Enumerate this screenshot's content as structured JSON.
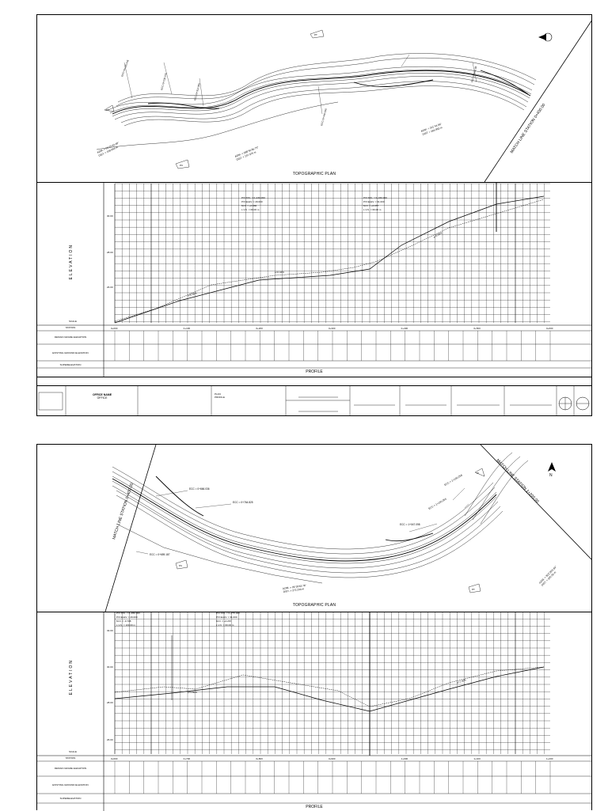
{
  "sheet1": {
    "plan_title": "TOPOGRAPHIC PLAN",
    "profile_title": "PROFILE",
    "elevation_label": "ELEVATION",
    "match_line": "MATCH LINE STATION 0+400.00",
    "plan_annotations": {
      "pt_start": "PT",
      "pt_end": "PT",
      "pc_label": "PC",
      "azim_1": "AZIM. = 51°20'42.49\"",
      "dist_1": "DIST. = 108.994 m",
      "azim_2": "AZIM. = 288°56'36.75\"",
      "dist_2": "DIST. = 157.375 m",
      "azim_3": "AZIM. = 311°44.96\"",
      "dist_3": "DIST. = 266.953 m",
      "ecc_1": "ECC=0+185.445",
      "ecc_2": "ECC=0+230.070",
      "ecc_3": "ECC=0+310.060",
      "ecc_4": "ECC=0+440.540",
      "ecc_5": "ECC=0+512.85"
    },
    "pvi_1": [
      "PVI STA. = 0+160.000",
      "PVI ELEV. = 29.000",
      "M.O. = +0.082",
      "L.V.C. = 60.00 m"
    ],
    "pvi_2": [
      "PVI STA. = 0+340.000",
      "PVI ELEV. = 31.000",
      "M.O. = +0.057",
      "L.V.C. = 60.00 m"
    ],
    "y_ticks": [
      "30.00",
      "28.00",
      "26.00"
    ],
    "scale_label": "SCALE",
    "rows": [
      "STATION",
      "DESIGN GRADE ELEVATION",
      "EXISTING GROUND ELEVATION",
      "SUPERELEVATION"
    ],
    "stations": [
      "0+000",
      "0+100",
      "0+200",
      "0+300",
      "0+400",
      "0+500",
      "0+600"
    ],
    "grade_labels": [
      "e=0.66%",
      "e=0.04%",
      "e=0.36%"
    ],
    "title_block": [
      "OFFICE NAME",
      "OFFICE",
      "PLAN",
      "PROFILE"
    ]
  },
  "sheet2": {
    "plan_title": "TOPOGRAPHIC PLAN",
    "profile_title": "PROFILE",
    "elevation_label": "ELEVATION",
    "match_line_left": "MATCH LINE STATION 0+400.00",
    "match_line_right": "MATCH LINE STATION 1+200.00",
    "north": "N",
    "plan_annotations": {
      "ecc_1": "ECC = 0+666.036",
      "ecc_2": "ECC = 0+764.825",
      "ecc_3": "ECC = 1+047.098",
      "ecc_4": "ECC = 1+150.258",
      "ecc_5": "ECC = 1+155.055",
      "ecc_6": "ECC = 0+659.187",
      "azim_1": "AZIM. = 29°18'43.76\"",
      "dist_1": "DIST. = 272.234 m",
      "azim_2": "AZIM. = 322°20'5.84\"",
      "dist_2": "DIST. = 105.50 m",
      "pc": "PC",
      "pt": "PT",
      "pi": "PI"
    },
    "pvi_1": [
      "PVI STA. = 0+650.000",
      "PVI ELEV. = 29.000",
      "M.O. = -0.708",
      "L.V.C. = 100.00 m"
    ],
    "pvi_2": [
      "PVI STA. = 0+775.000",
      "PVI ELEV. = 31.000",
      "M.O. = +0.267",
      "L.V.C. = 60.00 m"
    ],
    "y_ticks": [
      "32.00",
      "30.00",
      "28.00",
      "26.00"
    ],
    "scale_label": "SCALE",
    "rows": [
      "STATION",
      "DESIGN GRADE ELEVATION",
      "EXISTING GROUND ELEVATION",
      "SUPERELEVATION"
    ],
    "stations": [
      "0+600",
      "0+700",
      "0+800",
      "0+900",
      "1+000",
      "1+100",
      "1+200"
    ],
    "grade_labels": [
      "e=1.80%",
      "e=1.06%"
    ]
  }
}
